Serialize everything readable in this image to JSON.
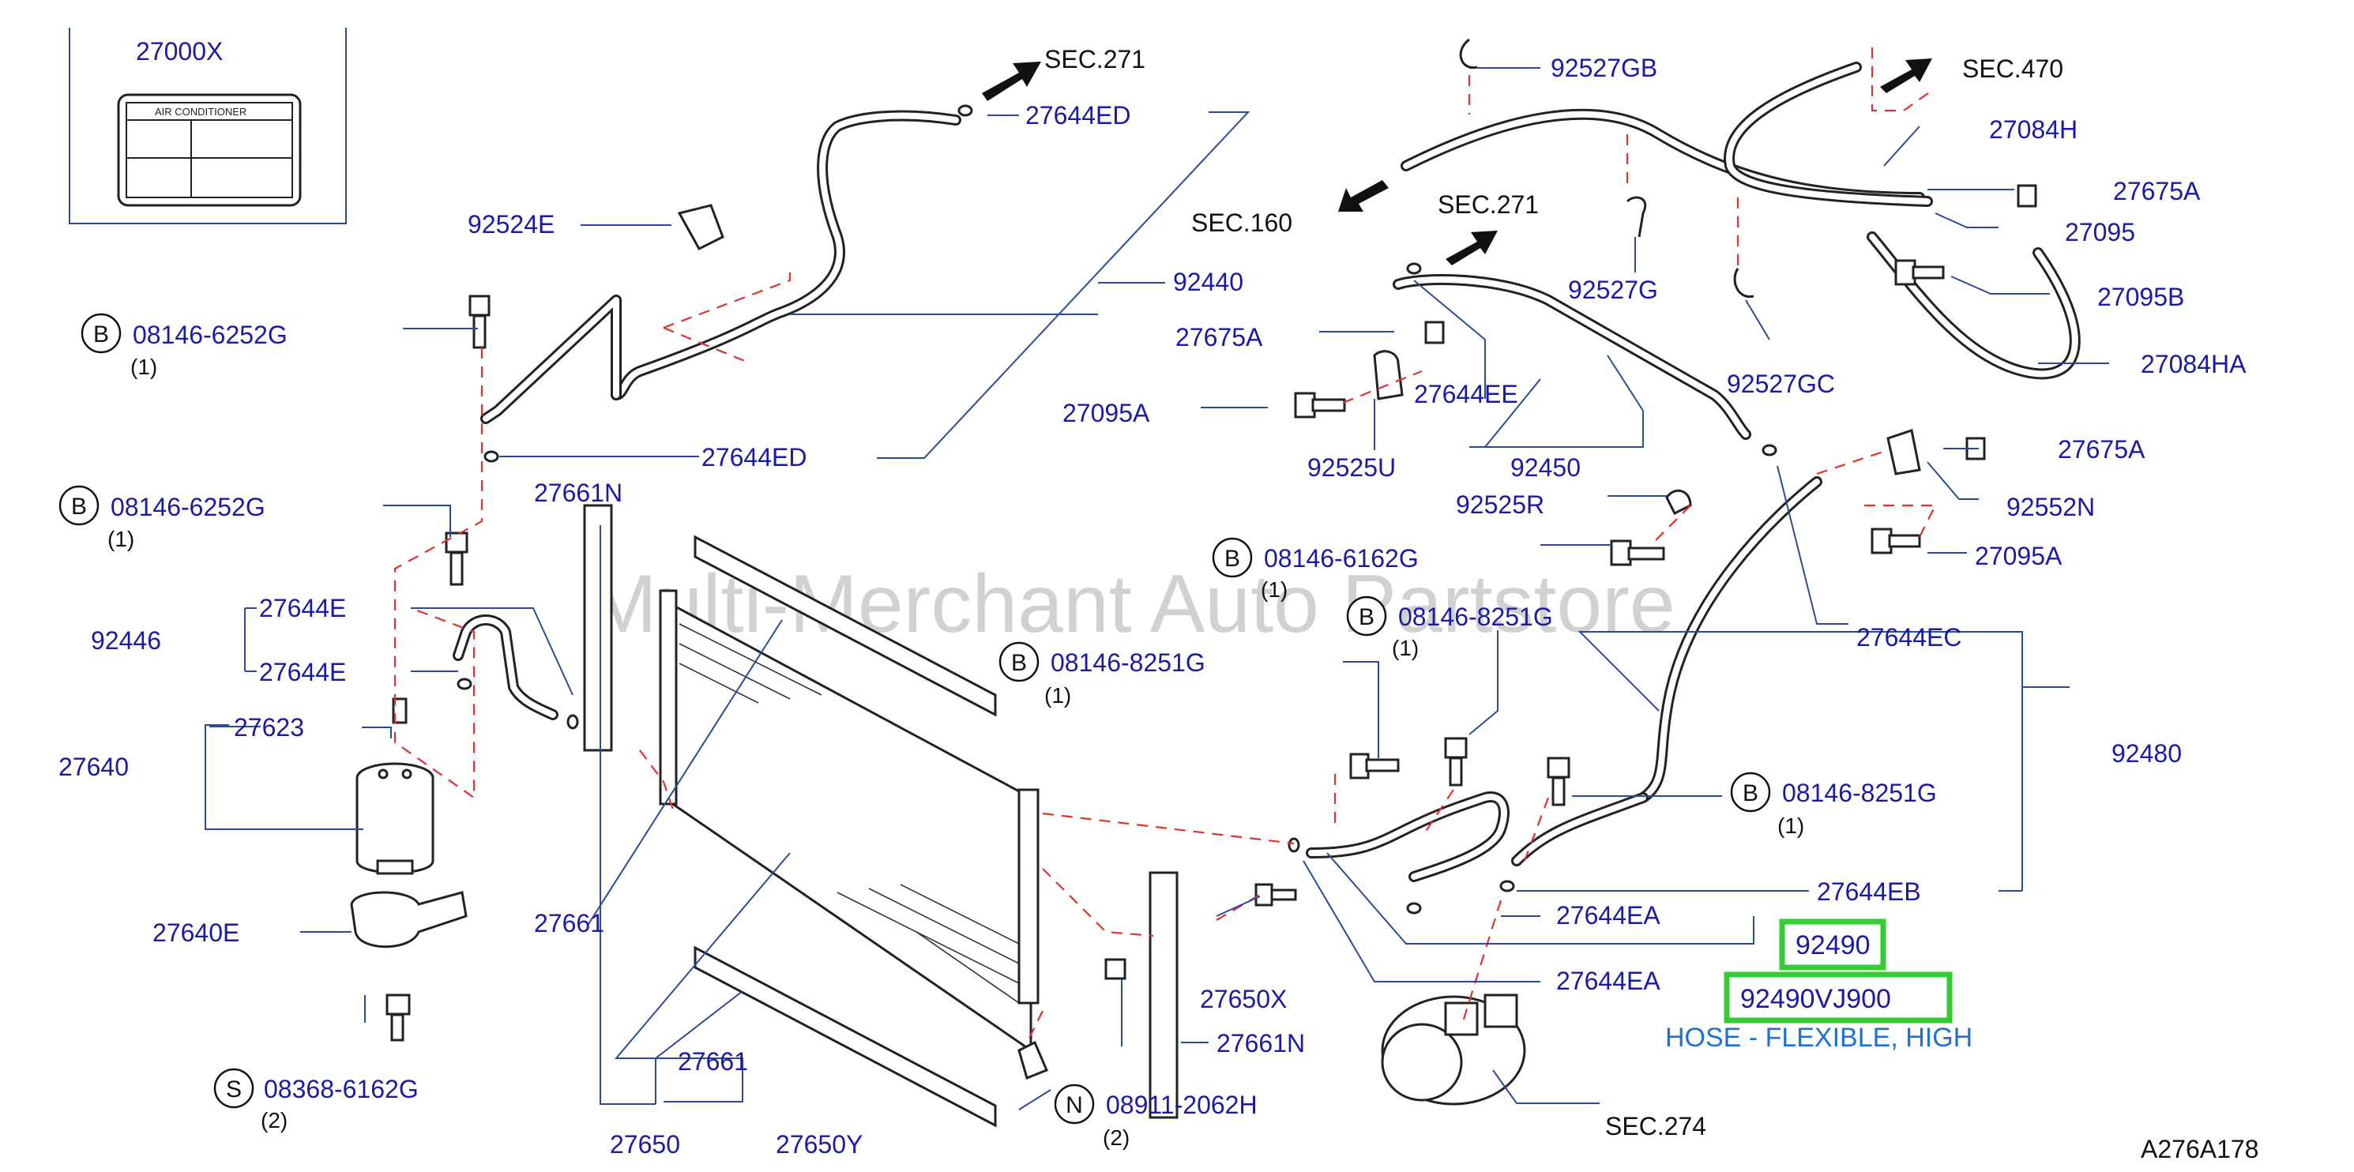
{
  "watermark": "Multi-Merchant Auto Partstore",
  "diagram_id": "A276A178",
  "label_panel": {
    "part": "27000X",
    "text": "AIR    CONDITIONER"
  },
  "sections": {
    "sec271_top": "SEC.271",
    "sec271_mid": "SEC.271",
    "sec160": "SEC.160",
    "sec470": "SEC.470",
    "sec274": "SEC.274"
  },
  "labels": {
    "p27644ED_a": "27644ED",
    "p92524E": "92524E",
    "p92440": "92440",
    "p27644ED_b": "27644ED",
    "p27661N_a": "27661N",
    "p27644E_a": "27644E",
    "p92446": "92446",
    "p27644E_b": "27644E",
    "p27623": "27623",
    "p27640": "27640",
    "p27640E": "27640E",
    "p27661_a": "27661",
    "p27661_b": "27661",
    "p27650": "27650",
    "p27650Y": "27650Y",
    "p27650X": "27650X",
    "p27661N_b": "27661N",
    "p92527GB": "92527GB",
    "p92527G": "92527G",
    "p92527GC": "92527GC",
    "p27084H": "27084H",
    "p27675A_a": "27675A",
    "p27095": "27095",
    "p27095B": "27095B",
    "p27084HA": "27084HA",
    "p27675A_b": "27675A",
    "p27095A_a": "27095A",
    "p27644EE": "27644EE",
    "p92525U": "92525U",
    "p92450": "92450",
    "p92525R": "92525R",
    "p27675A_c": "27675A",
    "p92552N": "92552N",
    "p27095A_b": "27095A",
    "p27644EC": "27644EC",
    "p92480": "92480",
    "p27644EB": "27644EB",
    "p27644EA_a": "27644EA",
    "p27644EA_b": "27644EA"
  },
  "callouts": {
    "b1": {
      "letter": "B",
      "part": "08146-6252G",
      "qty": "(1)"
    },
    "b2": {
      "letter": "B",
      "part": "08146-6252G",
      "qty": "(1)"
    },
    "b3": {
      "letter": "B",
      "part": "08146-8251G",
      "qty": "(1)"
    },
    "b4": {
      "letter": "B",
      "part": "08146-6162G",
      "qty": "(1)"
    },
    "b5": {
      "letter": "B",
      "part": "08146-8251G",
      "qty": "(1)"
    },
    "b6": {
      "letter": "B",
      "part": "08146-8251G",
      "qty": "(1)"
    },
    "s1": {
      "letter": "S",
      "part": "08368-6162G",
      "qty": "(2)"
    },
    "n1": {
      "letter": "N",
      "part": "08911-2062H",
      "qty": "(2)"
    }
  },
  "highlight": {
    "part": "92490",
    "part_number": "92490VJ900",
    "description": "HOSE - FLEXIBLE, HIGH",
    "color": "#33cc33"
  }
}
